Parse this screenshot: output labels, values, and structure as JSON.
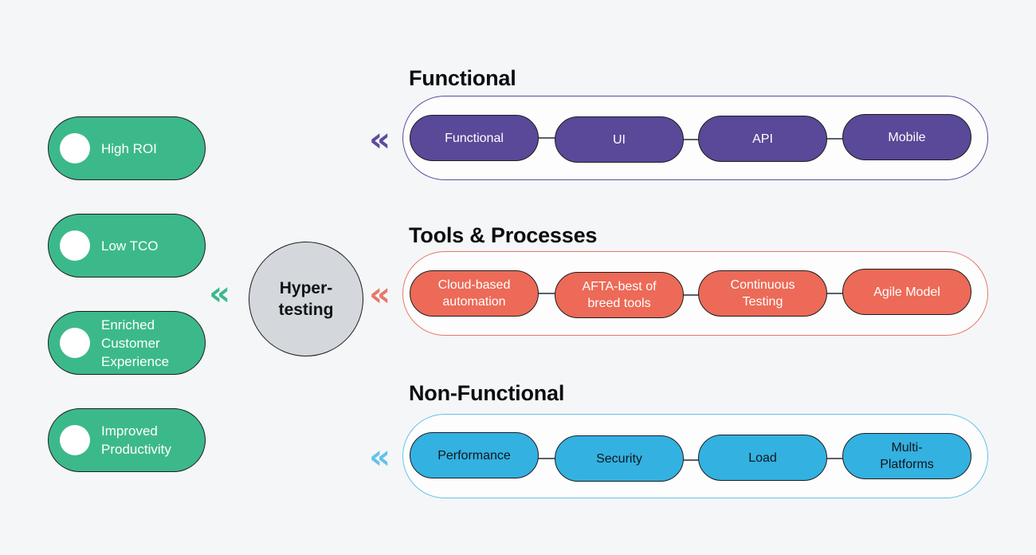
{
  "canvas": {
    "background": "#f4f6f8"
  },
  "hub": {
    "label": "Hyper-\ntesting",
    "fill": "#d4d8dd"
  },
  "benefits": {
    "fill": "#3CB98A",
    "chevron": "«",
    "items": [
      {
        "label": "High ROI"
      },
      {
        "label": "Low TCO"
      },
      {
        "label": "Enriched\nCustomer\nExperience"
      },
      {
        "label": "Improved\nProductivity"
      }
    ]
  },
  "groups": [
    {
      "title": "Functional",
      "accent": "#5c4a9e",
      "node_fill": "#5a4898",
      "node_text": "#ffffff",
      "chevron": "«",
      "nodes": [
        {
          "label": "Functional"
        },
        {
          "label": "UI"
        },
        {
          "label": "API"
        },
        {
          "label": "Mobile"
        }
      ]
    },
    {
      "title": "Tools & Processes",
      "accent": "#e8776a",
      "node_fill": "#ec6a57",
      "node_text": "#ffffff",
      "chevron": "«",
      "nodes": [
        {
          "label": "Cloud-based\nautomation"
        },
        {
          "label": "AFTA-best of\nbreed tools"
        },
        {
          "label": "Continuous\nTesting"
        },
        {
          "label": "Agile Model"
        }
      ]
    },
    {
      "title": "Non-Functional",
      "accent": "#62c3e8",
      "node_fill": "#33b1e1",
      "node_text": "#10161c",
      "chevron": "«",
      "nodes": [
        {
          "label": "Performance"
        },
        {
          "label": "Security"
        },
        {
          "label": "Load"
        },
        {
          "label": "Multi-\nPlatforms"
        }
      ]
    }
  ]
}
